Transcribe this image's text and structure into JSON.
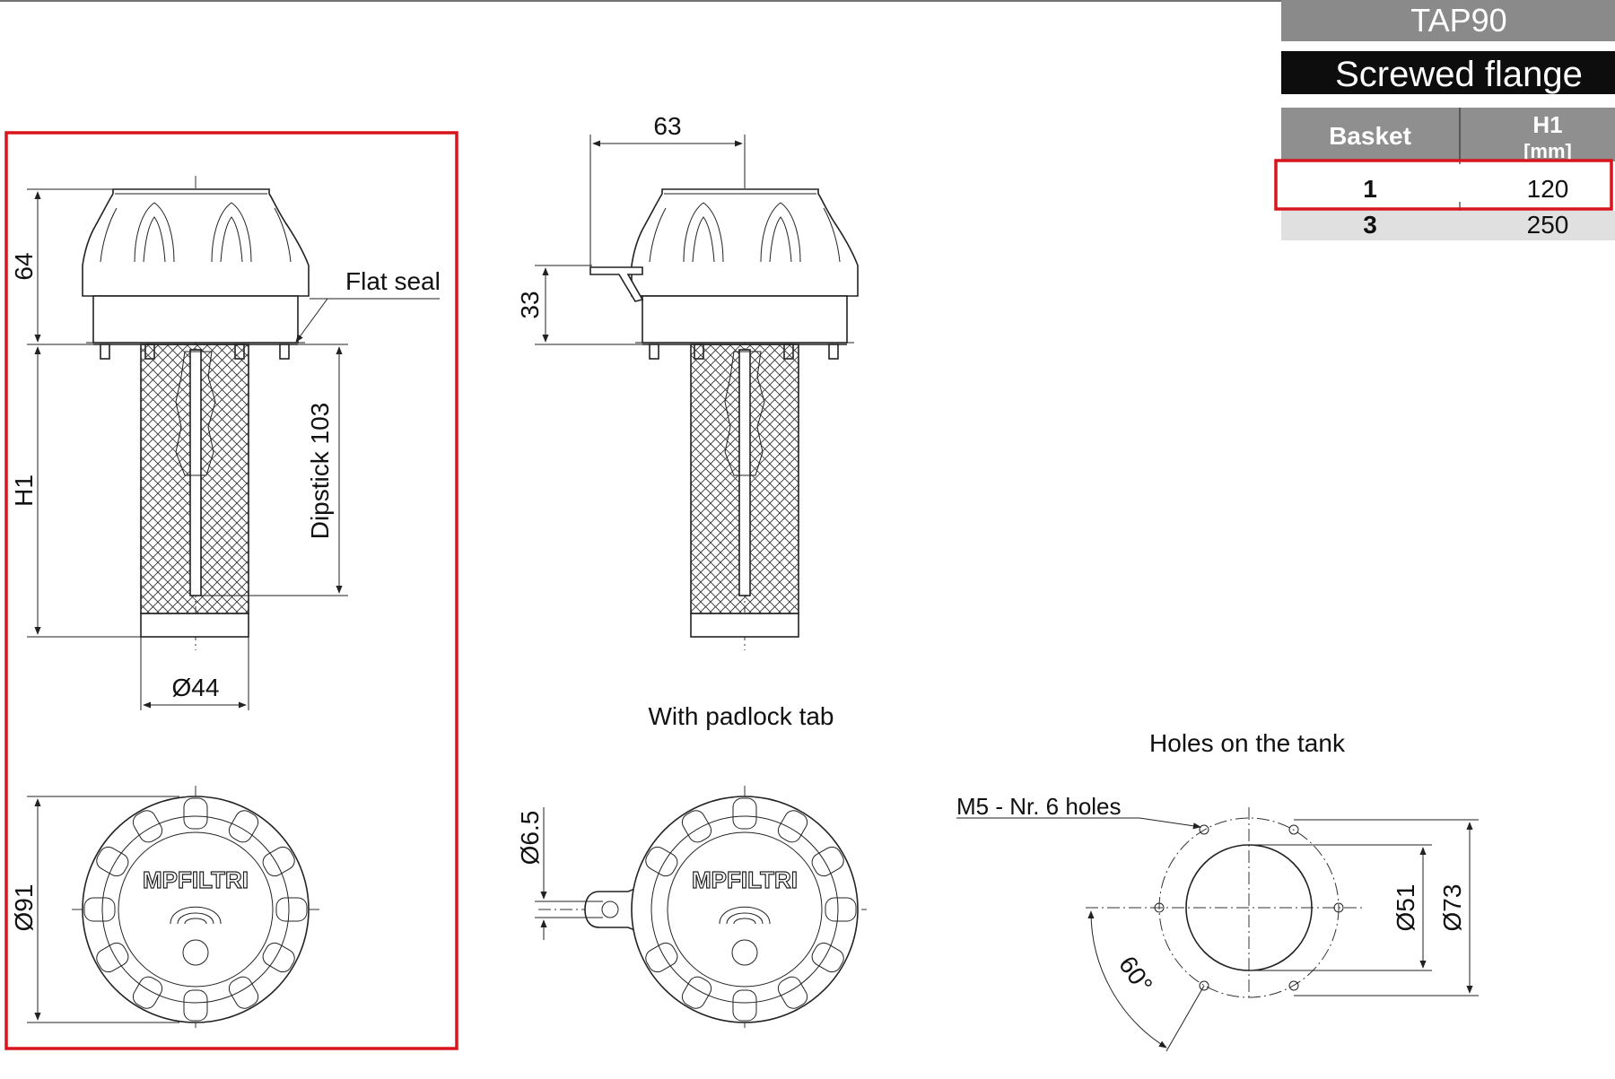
{
  "header": {
    "model": "TAP90",
    "variant": "Screwed flange"
  },
  "table": {
    "col_basket": "Basket",
    "col_h1": "H1",
    "col_h1_unit": "[mm]",
    "rows": [
      {
        "basket": "1",
        "h1": "120",
        "highlighted": true
      },
      {
        "basket": "3",
        "h1": "250",
        "highlighted": false
      }
    ]
  },
  "drawing": {
    "dim_64": "64",
    "dim_h1": "H1",
    "flat_seal": "Flat seal",
    "dipstick": "Dipstick 103",
    "dia_44": "Ø44",
    "dia_91": "Ø91",
    "dim_63": "63",
    "dim_33": "33",
    "padlock_caption": "With padlock tab",
    "dia_65": "Ø6.5",
    "holes_caption": "Holes on the tank",
    "m5_holes": "M5 - Nr. 6 holes",
    "dia_51": "Ø51",
    "dia_73": "Ø73",
    "angle_60": "60°",
    "logo_text": "MPFILTRI"
  },
  "colors": {
    "header_model_bg": "#8a8a8a",
    "header_variant_bg": "#0d0d0d",
    "table_header_bg": "#8f8f8f",
    "table_alt_row_bg": "#e0e0e0",
    "highlight": "#d8141c"
  }
}
